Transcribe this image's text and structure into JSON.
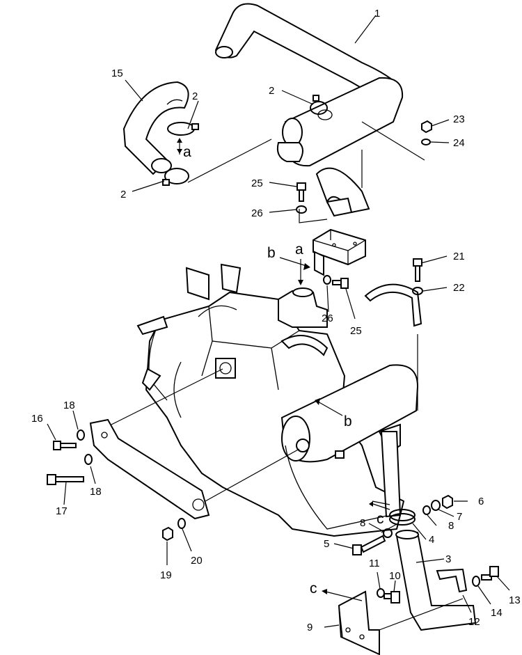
{
  "labels": {
    "p1": "1",
    "p2a": "2",
    "p2b": "2",
    "p2c": "2",
    "p3": "3",
    "p4": "4",
    "p5": "5",
    "p6": "6",
    "p7": "7",
    "p8a": "8",
    "p8b": "8",
    "p9": "9",
    "p10": "10",
    "p11": "11",
    "p12": "12",
    "p13": "13",
    "p14": "14",
    "p15": "15",
    "p16": "16",
    "p17": "17",
    "p18a": "18",
    "p18b": "18",
    "p19": "19",
    "p20": "20",
    "p21": "21",
    "p22": "22",
    "p23": "23",
    "p24": "24",
    "p25a": "25",
    "p25b": "25",
    "p26a": "26",
    "p26b": "26"
  },
  "view_letters": {
    "a_top": "a",
    "a_mid": "a",
    "b_left": "b",
    "b_right": "b",
    "c_mid": "c",
    "c_bottom": "c"
  }
}
